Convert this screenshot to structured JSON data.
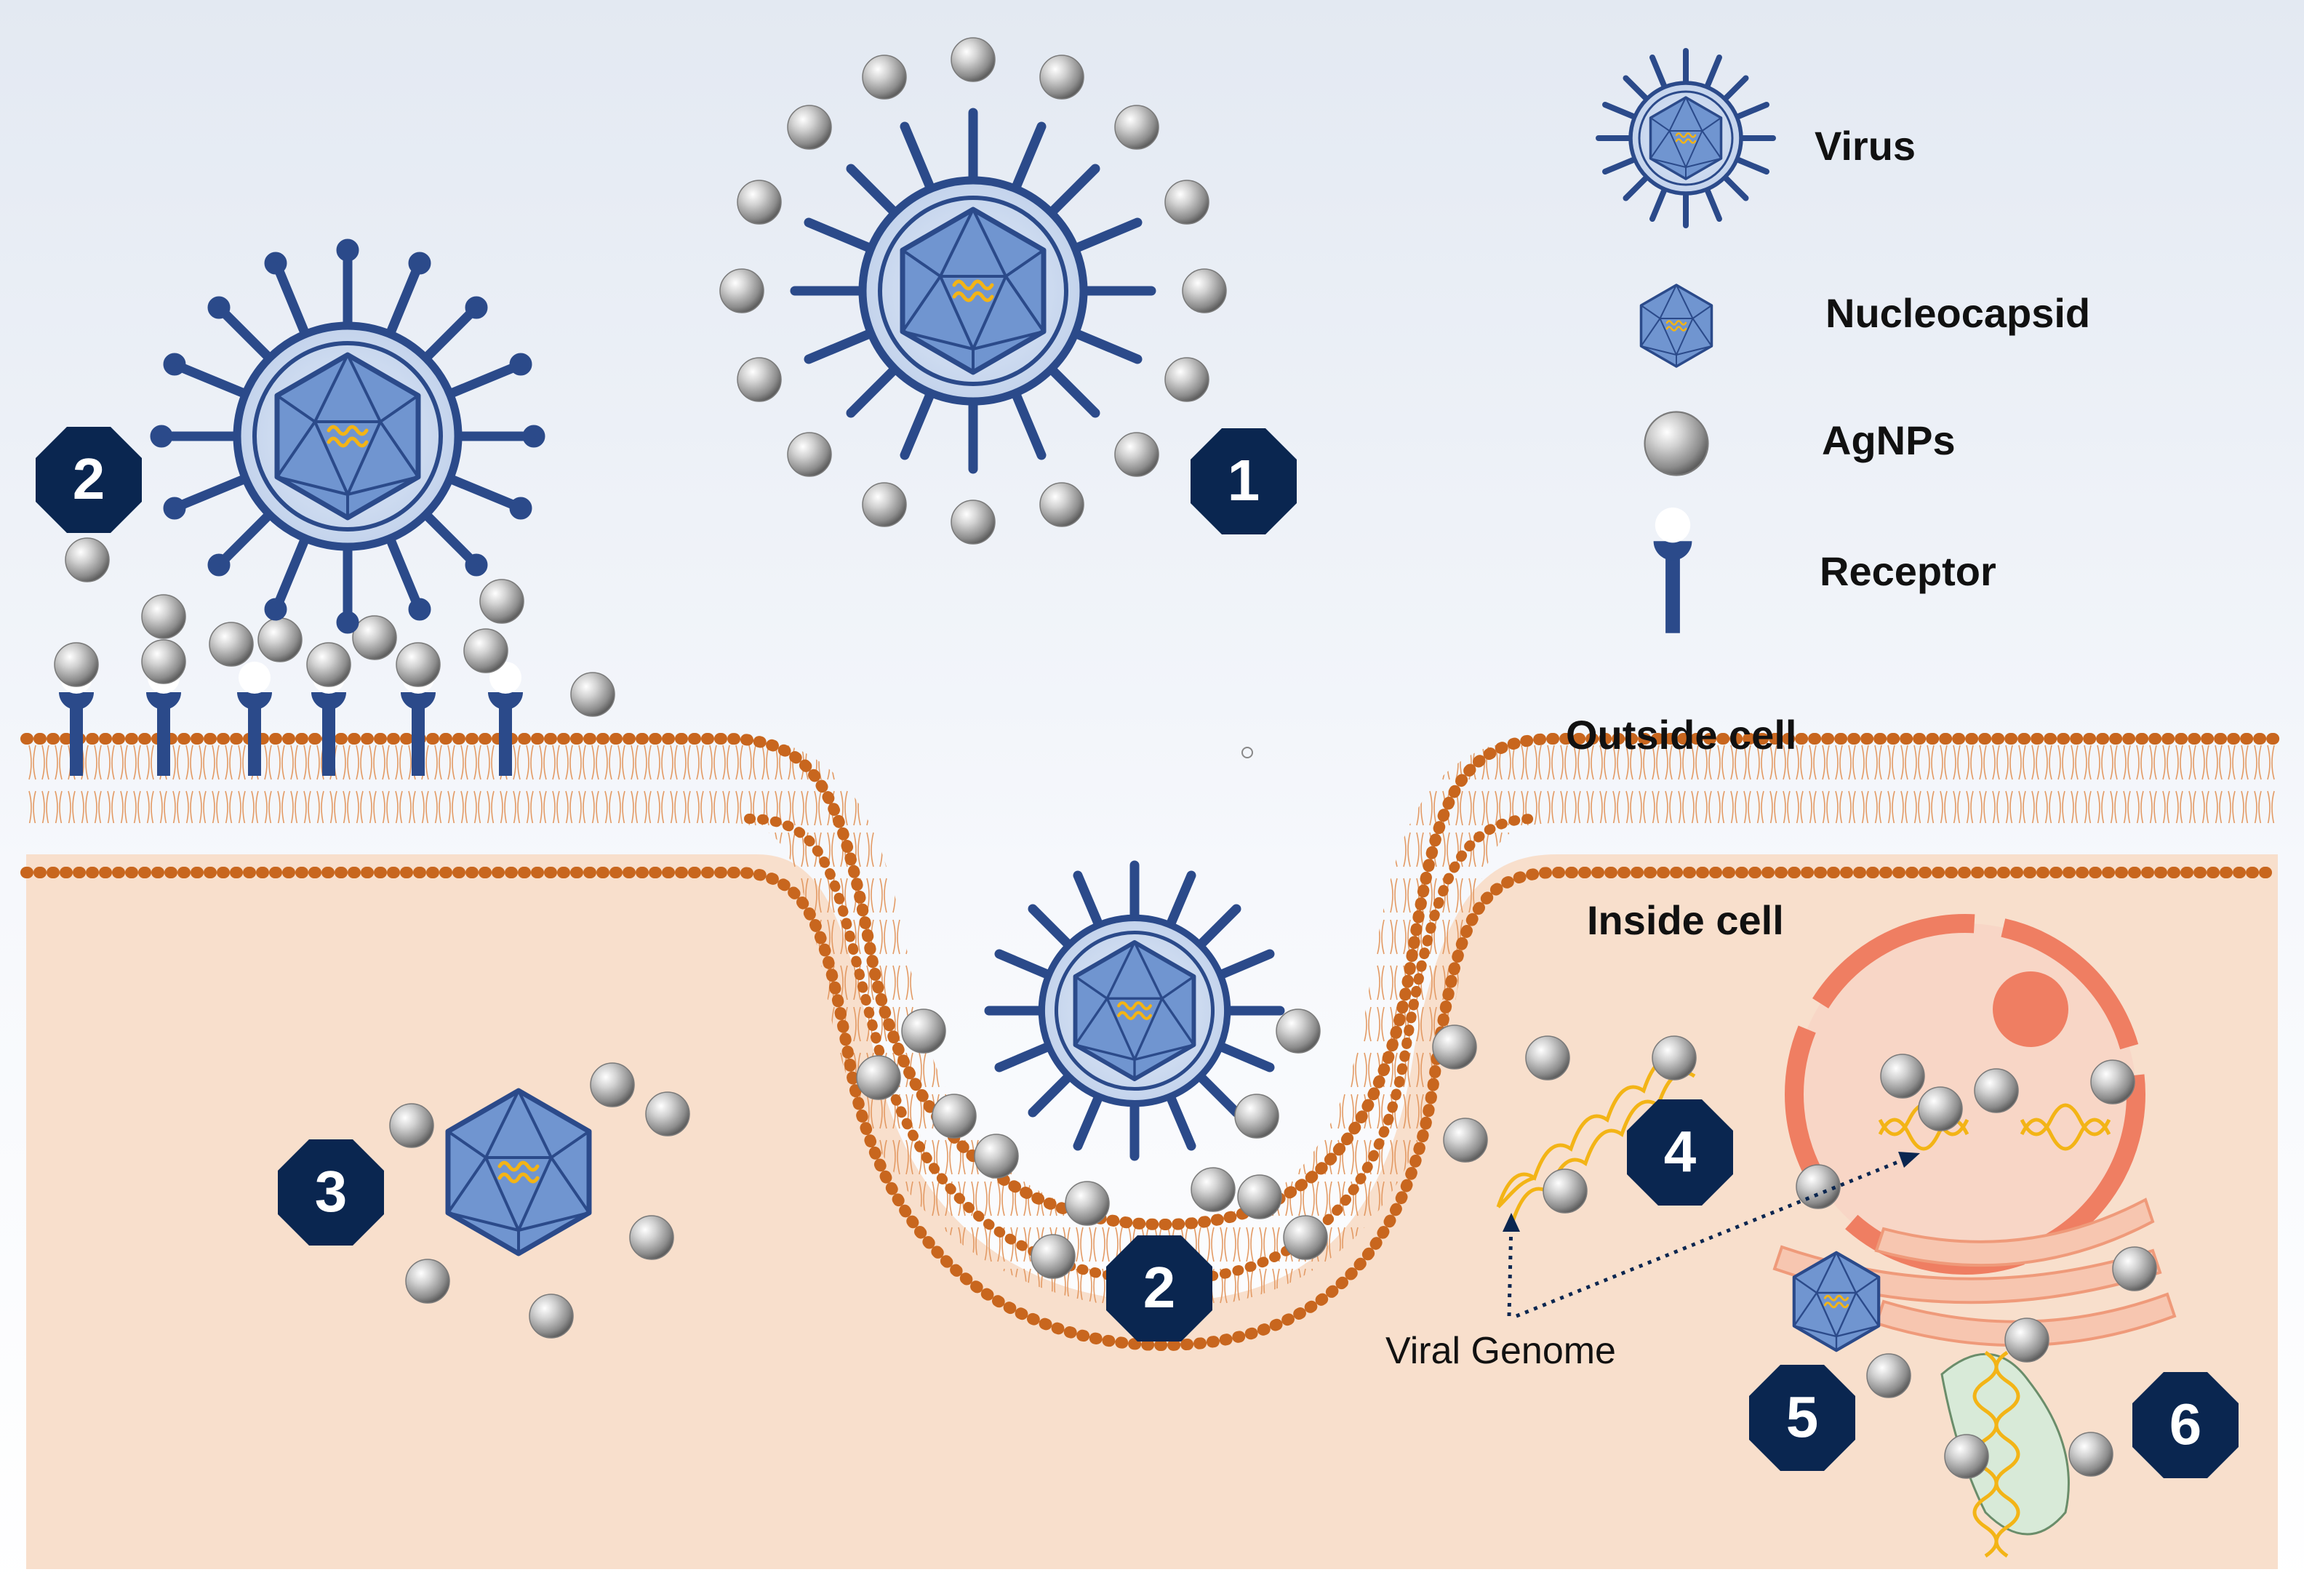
{
  "steps": {
    "s1": "1",
    "s2_top": "2",
    "s2_bottom": "2",
    "s3": "3",
    "s4": "4",
    "s5": "5",
    "s6": "6"
  },
  "legend": {
    "virus": "Virus",
    "nucleocapsid": "Nucleocapsid",
    "agnps": "AgNPs",
    "receptor": "Receptor"
  },
  "regions": {
    "outside": "Outside cell",
    "inside": "Inside cell"
  },
  "annotations": {
    "viral_genome": "Viral Genome"
  },
  "colors": {
    "virus_blue": "#2b4a8a",
    "capsid_fill": "#7095d0",
    "envelope_fill": "#ccdaef",
    "membrane_orange": "#c8661e",
    "cytoplasm": "#f8dfcc",
    "nucleus": "#ef7e62",
    "genome_yellow": "#f3b416",
    "badge_navy": "#0a2650",
    "silver": "#9a9a9a"
  },
  "icons": [
    "virus-icon",
    "nucleocapsid-icon",
    "silver-nanoparticle-icon",
    "receptor-icon",
    "viral-genome-helix-icon"
  ]
}
